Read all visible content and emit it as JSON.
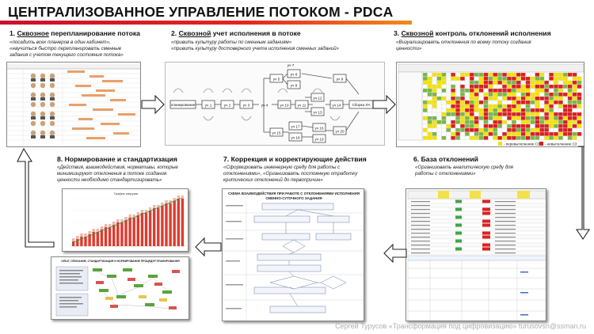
{
  "page": {
    "title": "ЦЕНТРАЛИЗОВАННОЕ УПРАВЛЕНИЕ ПОТОКОМ - PDCA",
    "footer": "Сергей Турусов «Трансформация под цифровизацию» turusovsn@ssman.ru"
  },
  "sections": [
    {
      "num": "1.",
      "key": "Сквозное",
      "rest": " перепланирование потока",
      "desc": [
        "«посадить всех планеров в один кабинет»,",
        "«научиться быстро перепланировать сменные",
        "задания с учетом текущего состояния потока»"
      ]
    },
    {
      "num": "2.",
      "key": "Сквозной",
      "rest": " учет исполнения в потоке",
      "desc": [
        "«привить культуру работы по сменным заданиям»",
        "«привить культуру достоверного  учета исполнения сменных заданий»"
      ]
    },
    {
      "num": "3.",
      "key": "Сквозной",
      "rest": " контроль отклонений исполнения",
      "desc": [
        "«Визуализировать отклонения по всему потоку создания",
        "ценности»"
      ]
    },
    {
      "num": "6.",
      "key": "",
      "rest": "База отклонений",
      "desc": [
        "«Организовать аналитическую среду для",
        "работы с отклонениями»"
      ]
    },
    {
      "num": "7.",
      "key": "",
      "rest": "Коррекция и корректирующие действия",
      "desc": [
        "«Сформировать инженерную среду для работы с",
        "отклонениями», «Организовать постоянную отработку",
        "критических отклонений до первопричин»"
      ]
    },
    {
      "num": "8.",
      "key": "",
      "rest": "Нормирование и стандартизация",
      "desc": [
        "«Действия, взаимодействия, нормативы, которые",
        "минимизируют отклонения в потоке создания",
        "ценности необходимо стандартизировать»"
      ]
    }
  ],
  "flow": {
    "start": "планирование",
    "end": "Сборка ЛА",
    "nodes": [
      "уч 1",
      "уч 2",
      "уч 3",
      "уч 4",
      "уч 5",
      "уч 6",
      "уч 7",
      "уч 8",
      "уч 9",
      "уч 10",
      "уч 11",
      "уч 12",
      "уч 13",
      "уч 14",
      "уч 15",
      "уч 16",
      "уч 17",
      "уч 18",
      "уч 19",
      "уч 20"
    ]
  },
  "legend": {
    "yellow": "- перевыполнение СЗ",
    "red": "- невыполнение СЗ"
  },
  "thumb8": {
    "chart_title": "График загрузки",
    "doc_title": "ОПЫТ, ОПИСАНИЕ, СТАНДАРТИЗАЦИЯ  И  НОРМИРОВАНИЕ  ПРОЦЕДУР  ПЛАНИРОВАНИЯ"
  },
  "thumb7": {
    "title_1": "СХЕМА ВЗАИМОДЕЙСТВИЯ ПРИ РАБОТЕ С ОТКЛОНЕНИЯМИ ИСПОЛНЕНИЯ",
    "title_2": "СМЕННО-СУТОЧНОГО ЗАДАНИЯ"
  },
  "colors": {
    "accent_red": "#c8102e",
    "accent_orange": "#f08a1e",
    "grid_red": "#d92020",
    "grid_yellow": "#f5e200",
    "grid_green": "#7ab648"
  }
}
